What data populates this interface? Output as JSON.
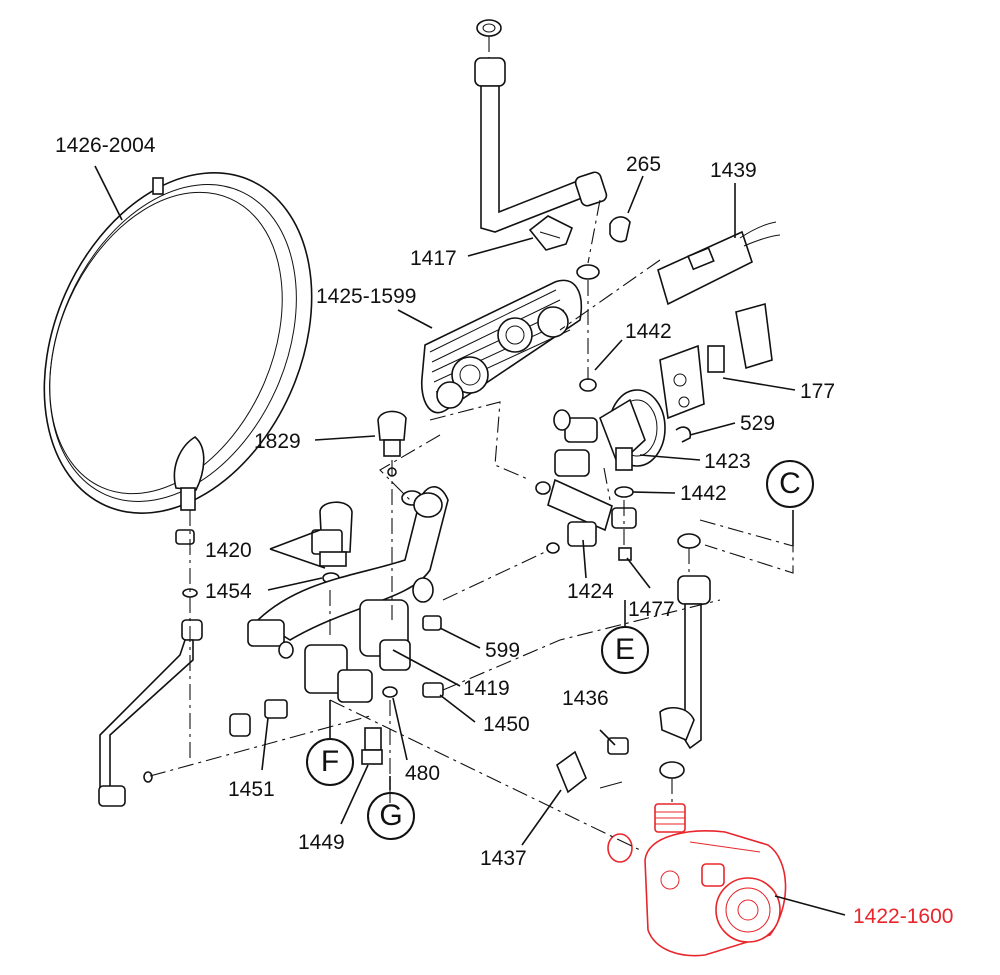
{
  "colors": {
    "text": "#111111",
    "highlight": "#e8262b",
    "background": "#ffffff"
  },
  "labels": {
    "expansion_vessel": "1426-2004",
    "pipe_seal_top": "265",
    "switch_1439": "1439",
    "clip_1417": "1417",
    "heat_exchanger": "1425-1599",
    "oring_1442_a": "1442",
    "microswitch_177": "177",
    "sensor_1829": "1829",
    "clip_529": "529",
    "diverter_1423": "1423",
    "oring_1442_b": "1442",
    "valve_1420": "1420",
    "seal_1454": "1454",
    "connector_1424": "1424",
    "drain_1477": "1477",
    "filter_599": "599",
    "manifold_1419": "1419",
    "fitting_1450": "1450",
    "bleed_1436": "1436",
    "tap_1451": "1451",
    "seal_480": "480",
    "gauge_1449": "1449",
    "cover_1437": "1437",
    "pump": "1422-1600"
  },
  "refs": {
    "C": "C",
    "E": "E",
    "F": "F",
    "G": "G"
  }
}
